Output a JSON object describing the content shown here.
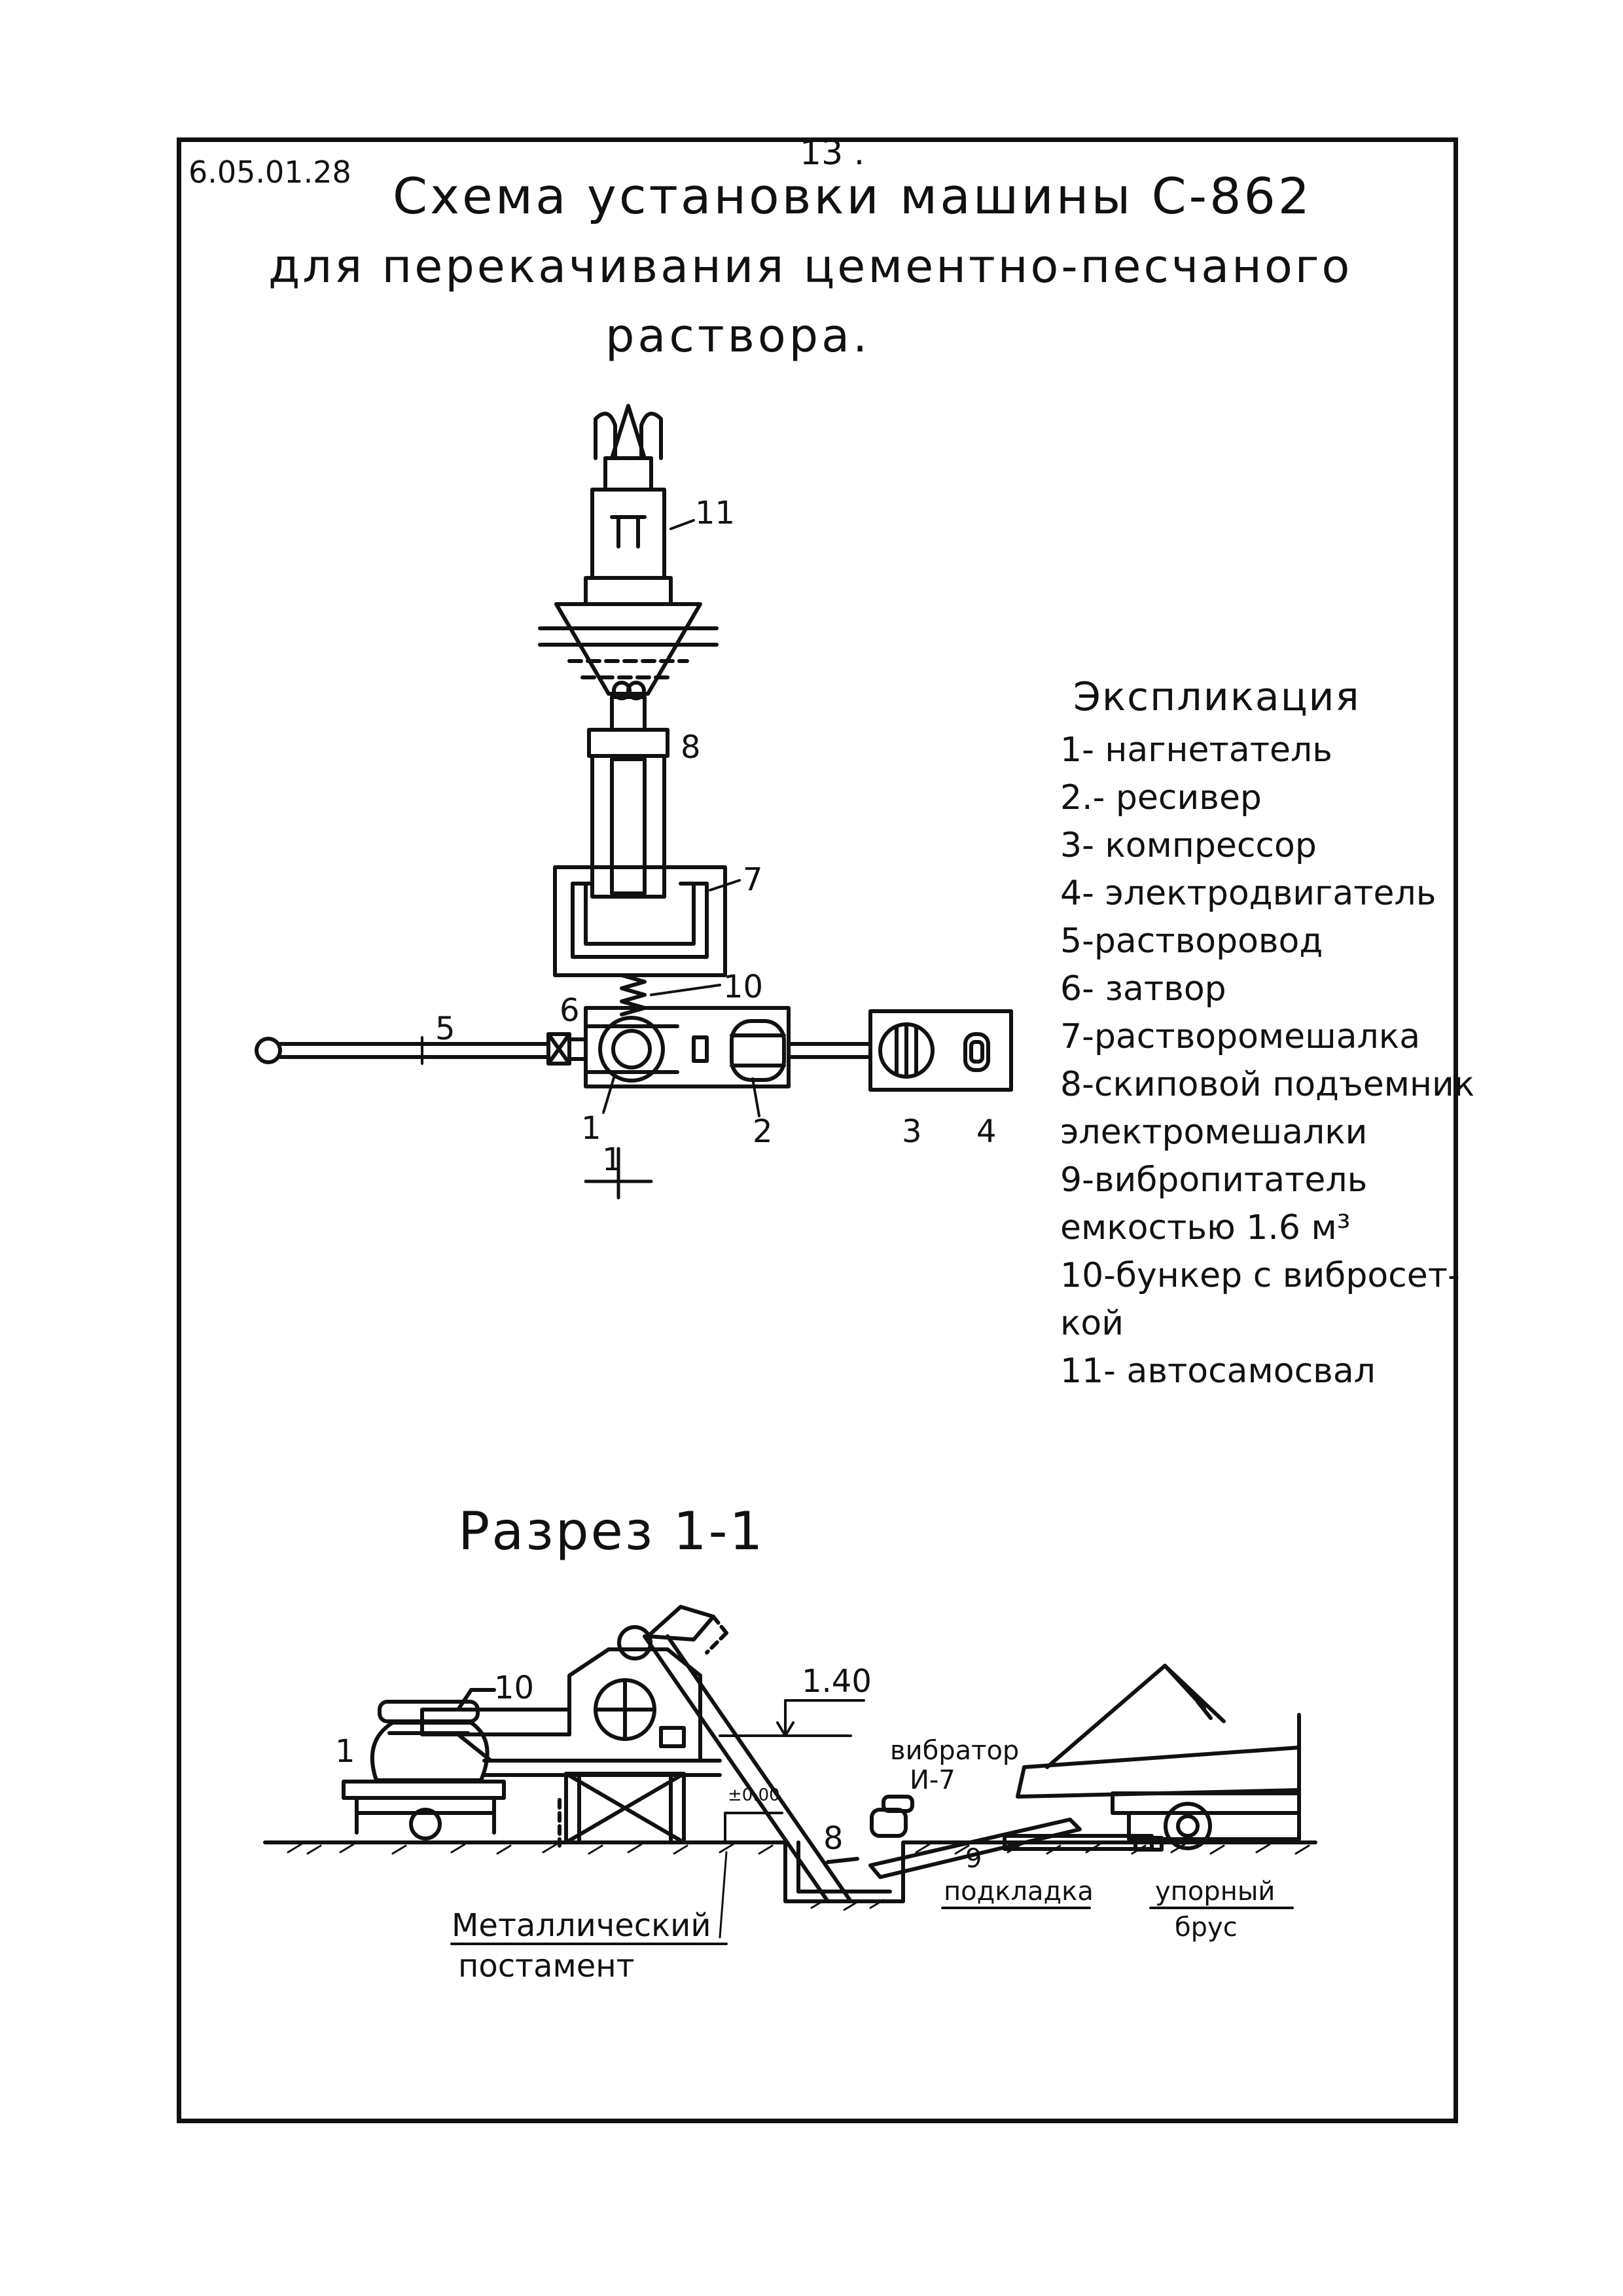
{
  "header": {
    "doc_code": "6.05.01.28",
    "page_number": "13 .",
    "title_line1": "Схема установки машины С-862",
    "title_line2": "для перекачивания цементно-песчаного",
    "title_line3": "раствора."
  },
  "plan_labels": {
    "n11": "11",
    "n8": "8",
    "n7": "7",
    "n10": "10",
    "n6": "6",
    "n5": "5",
    "n1": "1",
    "n2": "2",
    "n3": "3",
    "n4": "4",
    "cut_mark": "1"
  },
  "legend": {
    "title": "Экспликация",
    "items": [
      "1- нагнетатель",
      "2.- ресивер",
      "3- компрессор",
      "4- электродвигатель",
      "5-растворовод",
      "6- затвор",
      "7-растворомешалка",
      "8-скиповой подъемник",
      "электромешалки",
      "9-вибропитатель",
      "емкостью 1.6 м³",
      "10-бункер с вибросет-",
      "кой",
      "11- автосамосвал"
    ]
  },
  "section": {
    "title": "Разрез 1-1",
    "n10": "10",
    "n1": "1",
    "n8": "8",
    "n9": "9",
    "elev_1_40": "1.40",
    "elev_0_00": "±0.00",
    "vibrator_line1": "вибратор",
    "vibrator_line2": "И-7",
    "podkladka": "подкладка",
    "postament_line1": "Металлический",
    "postament_line2": "постамент",
    "brus_line1": "упорный",
    "brus_line2": "брус"
  }
}
